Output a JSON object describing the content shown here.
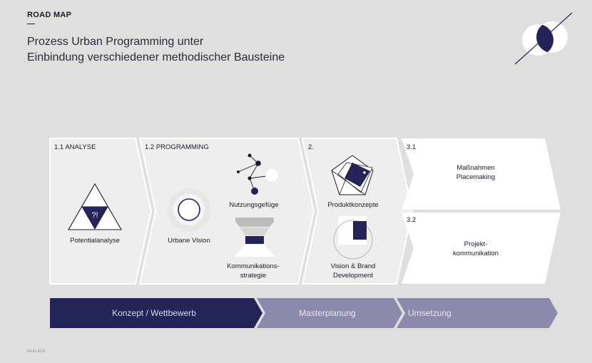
{
  "header": {
    "tag": "ROAD MAP",
    "title_line1": "Prozess Urban Programming unter",
    "title_line2": "Einbindung verschiedener methodischer Bausteine"
  },
  "phases": {
    "analyse": {
      "label": "1.1 ANALYSE",
      "item": "Potentialanalyse",
      "badge": "?!"
    },
    "programming": {
      "label": "1.2 PROGRAMMING",
      "vision": "Urbane Vision",
      "nutzung": "Nutzungsgefüge",
      "kommunikation_line1": "Kommunikations-",
      "kommunikation_line2": "strategie"
    },
    "produkt": {
      "label": "2.",
      "produkt": "Produktkonzepte",
      "brand_line1": "Vision & Brand",
      "brand_line2": "Development"
    },
    "placemaking": {
      "label": "3.1",
      "line1": "Maßnahmen",
      "line2": "Placemaking"
    },
    "projekt": {
      "label": "3.2",
      "line1": "Projekt-",
      "line2": "kommunikation"
    }
  },
  "timeline": {
    "konzept": "Konzept / Wettbewerb",
    "master": "Masterplanung",
    "umsetzung": "Umsetzung"
  },
  "footer": {
    "label": "REALACE"
  },
  "colors": {
    "navy": "#232458",
    "lavender": "#8b8aac",
    "panel": "#efeeec",
    "background": "#e0dfdd"
  }
}
